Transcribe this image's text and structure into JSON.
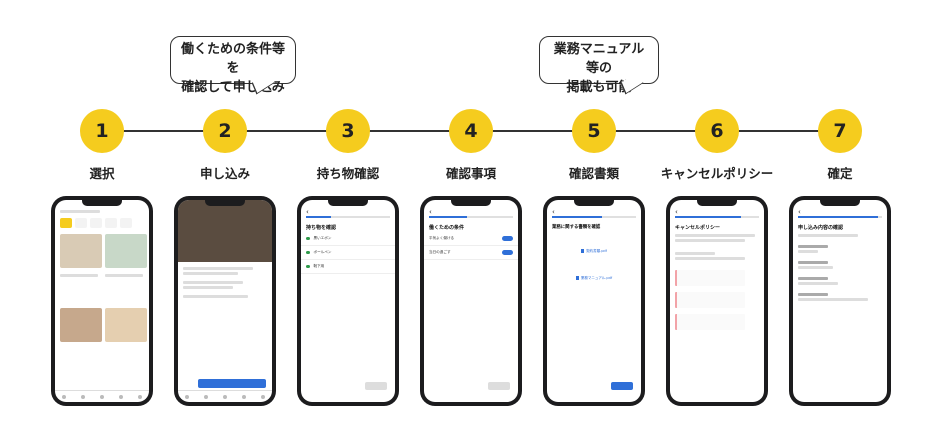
{
  "bubbles": [
    {
      "line1": "働くための条件等を",
      "line2": "確認して申し込み"
    },
    {
      "line1": "業務マニュアル等の",
      "line2": "掲載も可能"
    }
  ],
  "steps": [
    {
      "number": "1",
      "label": "選択"
    },
    {
      "number": "2",
      "label": "申し込み"
    },
    {
      "number": "3",
      "label": "持ち物確認"
    },
    {
      "number": "4",
      "label": "確認事項"
    },
    {
      "number": "5",
      "label": "確認書類"
    },
    {
      "number": "6",
      "label": "キャンセルポリシー"
    },
    {
      "number": "7",
      "label": "確定"
    }
  ],
  "screens": {
    "s3": {
      "title": "持ち物を確認",
      "items": [
        "黒いエボン",
        "ボールペン",
        "靴下用"
      ]
    },
    "s4": {
      "title": "働くための条件",
      "items": [
        "平気よく働ける",
        "当日の過ごす"
      ]
    },
    "s5": {
      "title": "業務に関する書類を確認",
      "docs": [
        "契約書類.pdf",
        "業務マニュアル.pdf"
      ]
    },
    "s6": {
      "title": "キャンセルポリシー"
    },
    "s7": {
      "title": "申し込み内容の確認"
    }
  },
  "colors": {
    "accent": "#f5cc1e",
    "blue": "#2f6fd8"
  }
}
